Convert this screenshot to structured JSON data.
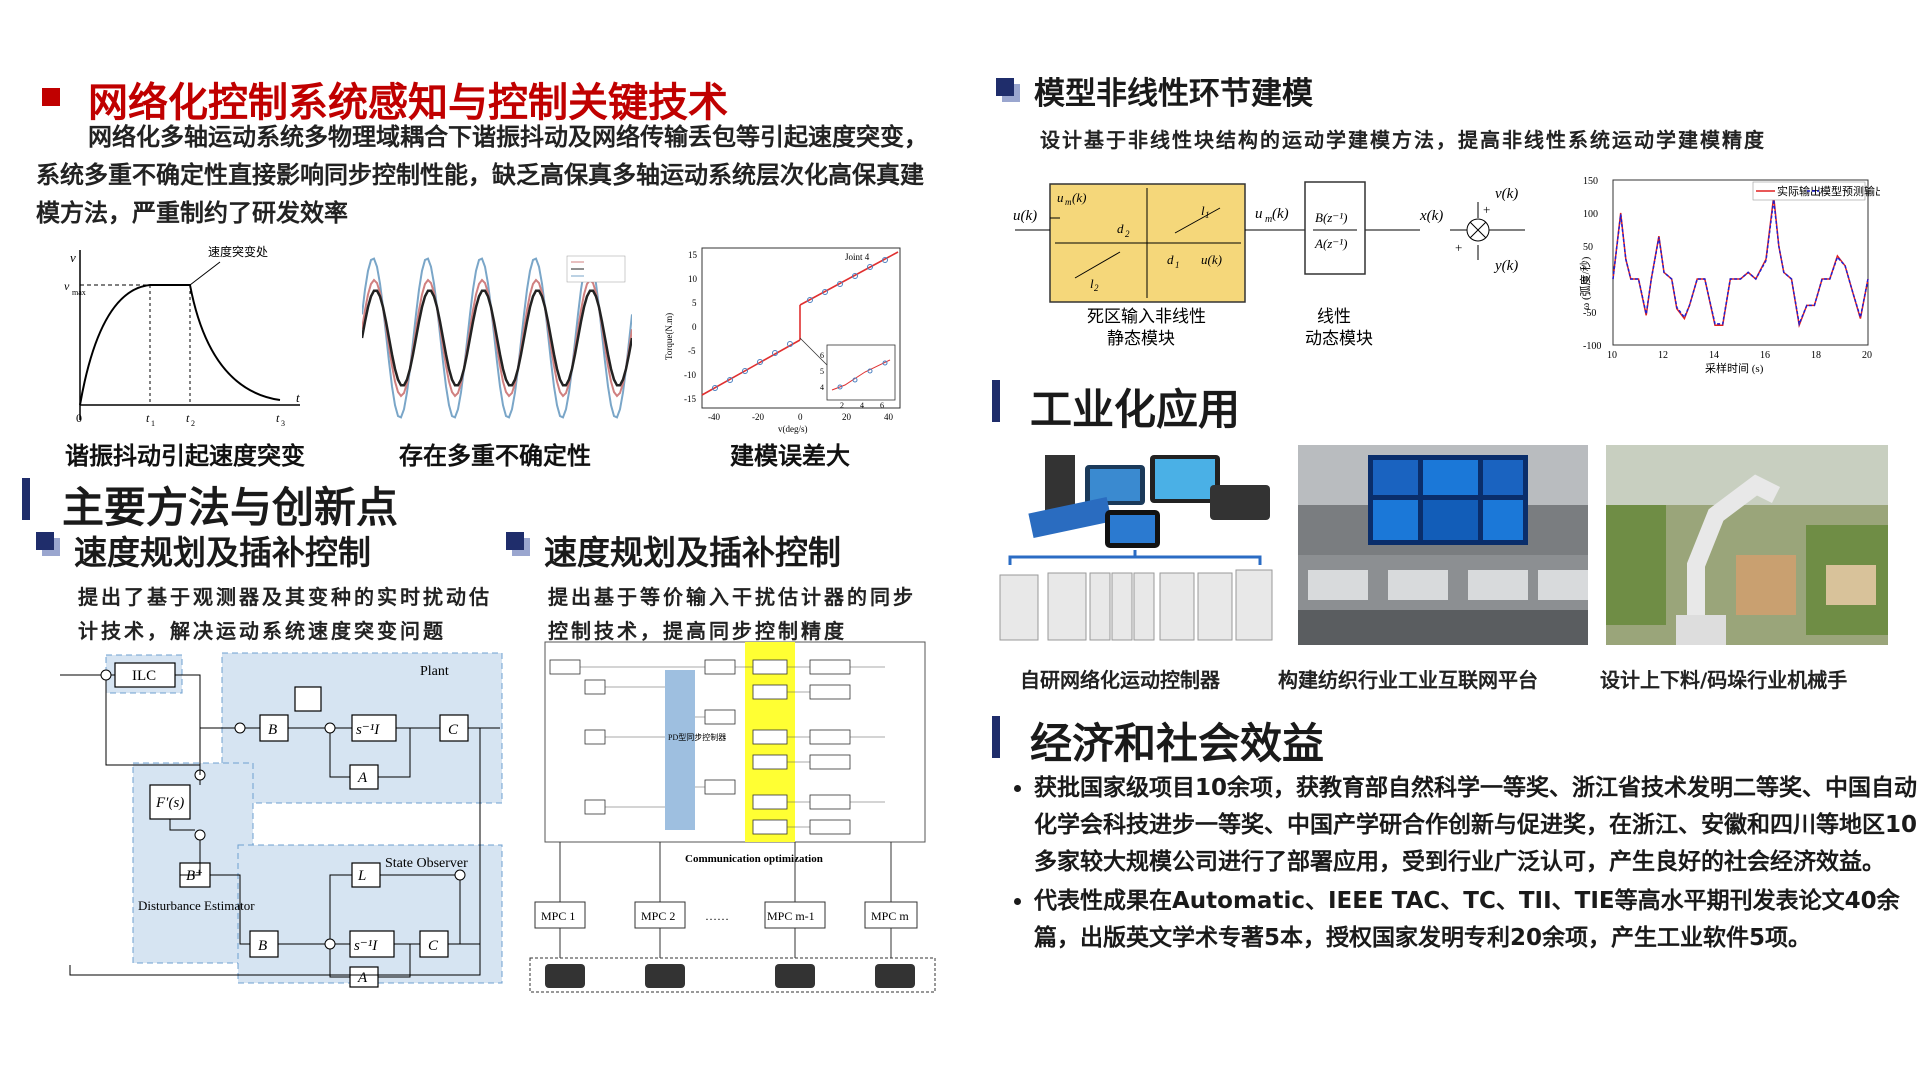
{
  "top_left": {
    "title": "网络化控制系统感知与控制关键技术",
    "intro": "网络化多轴运动系统多物理域耦合下谐振抖动及网络传输丢包等引起速度突变，系统多重不确定性直接影响同步控制性能，缺乏高保真多轴运动系统层次化高保真建模方法，严重制约了研发效率"
  },
  "problem_figures": {
    "fig1": {
      "caption": "谐振抖动引起速度突变",
      "annotation": "速度突变处",
      "v": "v",
      "vmax": "v",
      "vmax_sub": "max",
      "t": "t",
      "zero": "0",
      "t1": "t",
      "t2": "t",
      "t3": "t",
      "s1": "1",
      "s2": "2",
      "s3": "3"
    },
    "fig2": {
      "caption": "存在多重不确定性"
    },
    "fig3": {
      "caption": "建模误差大",
      "joint": "Joint 4",
      "xlabel": "v(deg/s)",
      "ylabel": "Torque(N.m)",
      "yticks": [
        "15",
        "10",
        "5",
        "0",
        "-5",
        "-10",
        "-15"
      ],
      "xticks": [
        "-40",
        "-20",
        "0",
        "20",
        "40"
      ],
      "inset_x": [
        "2",
        "4",
        "6"
      ],
      "inset_y": [
        "6",
        "5",
        "4"
      ]
    }
  },
  "methods": {
    "title": "主要方法与创新点",
    "left": {
      "subtitle": "速度规划及插补控制",
      "desc": "提出了基于观测器及其变种的实时扰动估计技术，解决运动系统速度突变问题",
      "diagram": {
        "plant": "Plant",
        "state_observer": "State Observer",
        "disturbance_estimator": "Disturbance Estimator",
        "ilc": "ILC"
      }
    },
    "right": {
      "subtitle": "速度规划及插补控制",
      "desc": "提出基于等价输入干扰估计器的同步控制技术，提高同步控制精度",
      "diagram": {
        "comm": "Communication optimization",
        "mpc1": "MPC 1",
        "mpc2": "MPC 2",
        "mpcm1": "MPC m-1",
        "mpcm": "MPC m",
        "dots": "……",
        "pd": "PD型同步控制器"
      }
    }
  },
  "modeling": {
    "title": "模型非线性环节建模",
    "desc": "设计基于非线性块结构的运动学建模方法，提高非线性系统运动学建模精度",
    "block1_caption": [
      "死区输入非线性",
      "静态模块"
    ],
    "block2_caption": [
      "线性",
      "动态模块"
    ],
    "chart_legend": [
      "实际输出",
      "模型预测输出"
    ],
    "chart_xlabel": "采样时间 (s)",
    "chart_ylabel": "ω (弧度/秒)"
  },
  "chart_data": {
    "type": "line",
    "title": "",
    "xlabel": "采样时间 (s)",
    "ylabel": "ω (弧度/秒)",
    "xlim": [
      10,
      20
    ],
    "ylim": [
      -100,
      150
    ],
    "xticks": [
      10,
      12,
      14,
      16,
      18,
      20
    ],
    "yticks": [
      -100,
      -50,
      0,
      50,
      100,
      150
    ],
    "legend_position": "top-right",
    "grid": false,
    "series": [
      {
        "name": "实际输出",
        "color": "#e02020",
        "x": [
          10,
          10.3,
          10.5,
          10.7,
          11.0,
          11.3,
          11.5,
          11.8,
          12.0,
          12.3,
          12.5,
          12.8,
          13.0,
          13.3,
          13.6,
          14.0,
          14.3,
          14.6,
          15.0,
          15.3,
          15.6,
          16.0,
          16.3,
          16.5,
          16.7,
          17.0,
          17.3,
          17.6,
          17.9,
          18.2,
          18.5,
          18.8,
          19.1,
          19.4,
          19.7,
          20.0
        ],
        "y": [
          0,
          100,
          30,
          0,
          0,
          -55,
          0,
          65,
          10,
          0,
          -45,
          -60,
          -40,
          0,
          0,
          -70,
          -70,
          0,
          0,
          10,
          0,
          30,
          125,
          50,
          10,
          0,
          -70,
          -40,
          -40,
          0,
          0,
          35,
          20,
          -20,
          -60,
          0
        ]
      },
      {
        "name": "模型预测输出",
        "color": "#2020d0",
        "x": [
          10,
          10.3,
          10.5,
          10.7,
          11.0,
          11.3,
          11.5,
          11.8,
          12.0,
          12.3,
          12.5,
          12.8,
          13.0,
          13.3,
          13.6,
          14.0,
          14.3,
          14.6,
          15.0,
          15.3,
          15.6,
          16.0,
          16.3,
          16.5,
          16.7,
          17.0,
          17.3,
          17.6,
          17.9,
          18.2,
          18.5,
          18.8,
          19.1,
          19.4,
          19.7,
          20.0
        ],
        "y": [
          0,
          98,
          30,
          0,
          0,
          -53,
          0,
          63,
          10,
          0,
          -43,
          -58,
          -40,
          0,
          0,
          -68,
          -68,
          0,
          0,
          10,
          0,
          28,
          120,
          50,
          10,
          0,
          -68,
          -40,
          -40,
          0,
          0,
          33,
          20,
          -20,
          -58,
          0
        ]
      }
    ]
  },
  "industrial": {
    "title": "工业化应用",
    "captions": [
      "自研网络化运动控制器",
      "构建纺织行业工业互联网平台",
      "设计上下料/码垛行业机械手"
    ]
  },
  "benefits": {
    "title": "经济和社会效益",
    "items": [
      "获批国家级项目10余项，获教育部自然科学一等奖、浙江省技术发明二等奖、中国自动化学会科技进步一等奖、中国产学研合作创新与促进奖，在浙江、安徽和四川等地区10多家较大规模公司进行了部署应用，受到行业广泛认可，产生良好的社会经济效益。",
      "代表性成果在Automatic、IEEE TAC、TC、TII、TIE等高水平期刊发表论文40余篇，出版英文学术专著5本，授权国家发明专利20余项，产生工业软件5项。"
    ]
  },
  "colors": {
    "accent_red": "#c00000",
    "navy": "#1f2d6b",
    "diagram_fill": "#d6e4f2",
    "block_yellow": "#f5d77a"
  }
}
